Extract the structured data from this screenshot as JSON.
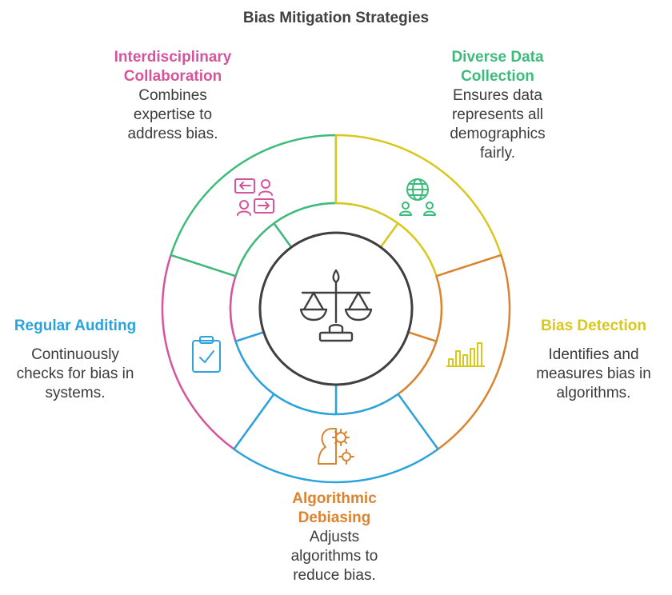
{
  "title": "Bias Mitigation Strategies",
  "center_icon": "balance-scale-icon",
  "segments": [
    {
      "title": "Interdisciplinary\nCollaboration",
      "description": "Combines\nexpertise to\naddress bias.",
      "color": "#d6549b",
      "icon": "collaboration-icon"
    },
    {
      "title": "Diverse Data\nCollection",
      "description": "Ensures data\nrepresents all\ndemographics\nfairly.",
      "color": "#3dbb7a",
      "icon": "globe-people-icon"
    },
    {
      "title": "Bias Detection",
      "description": "Identifies and\nmeasures bias in\nalgorithms.",
      "color": "#d9c81c",
      "icon": "bar-chart-icon"
    },
    {
      "title": "Algorithmic\nDebiasing",
      "description": "Adjusts\nalgorithms to\nreduce bias.",
      "color": "#db8430",
      "icon": "head-gears-icon"
    },
    {
      "title": "Regular Auditing",
      "description": "Continuously\nchecks for bias in\nsystems.",
      "color": "#2ba3dc",
      "icon": "clipboard-check-icon"
    }
  ]
}
